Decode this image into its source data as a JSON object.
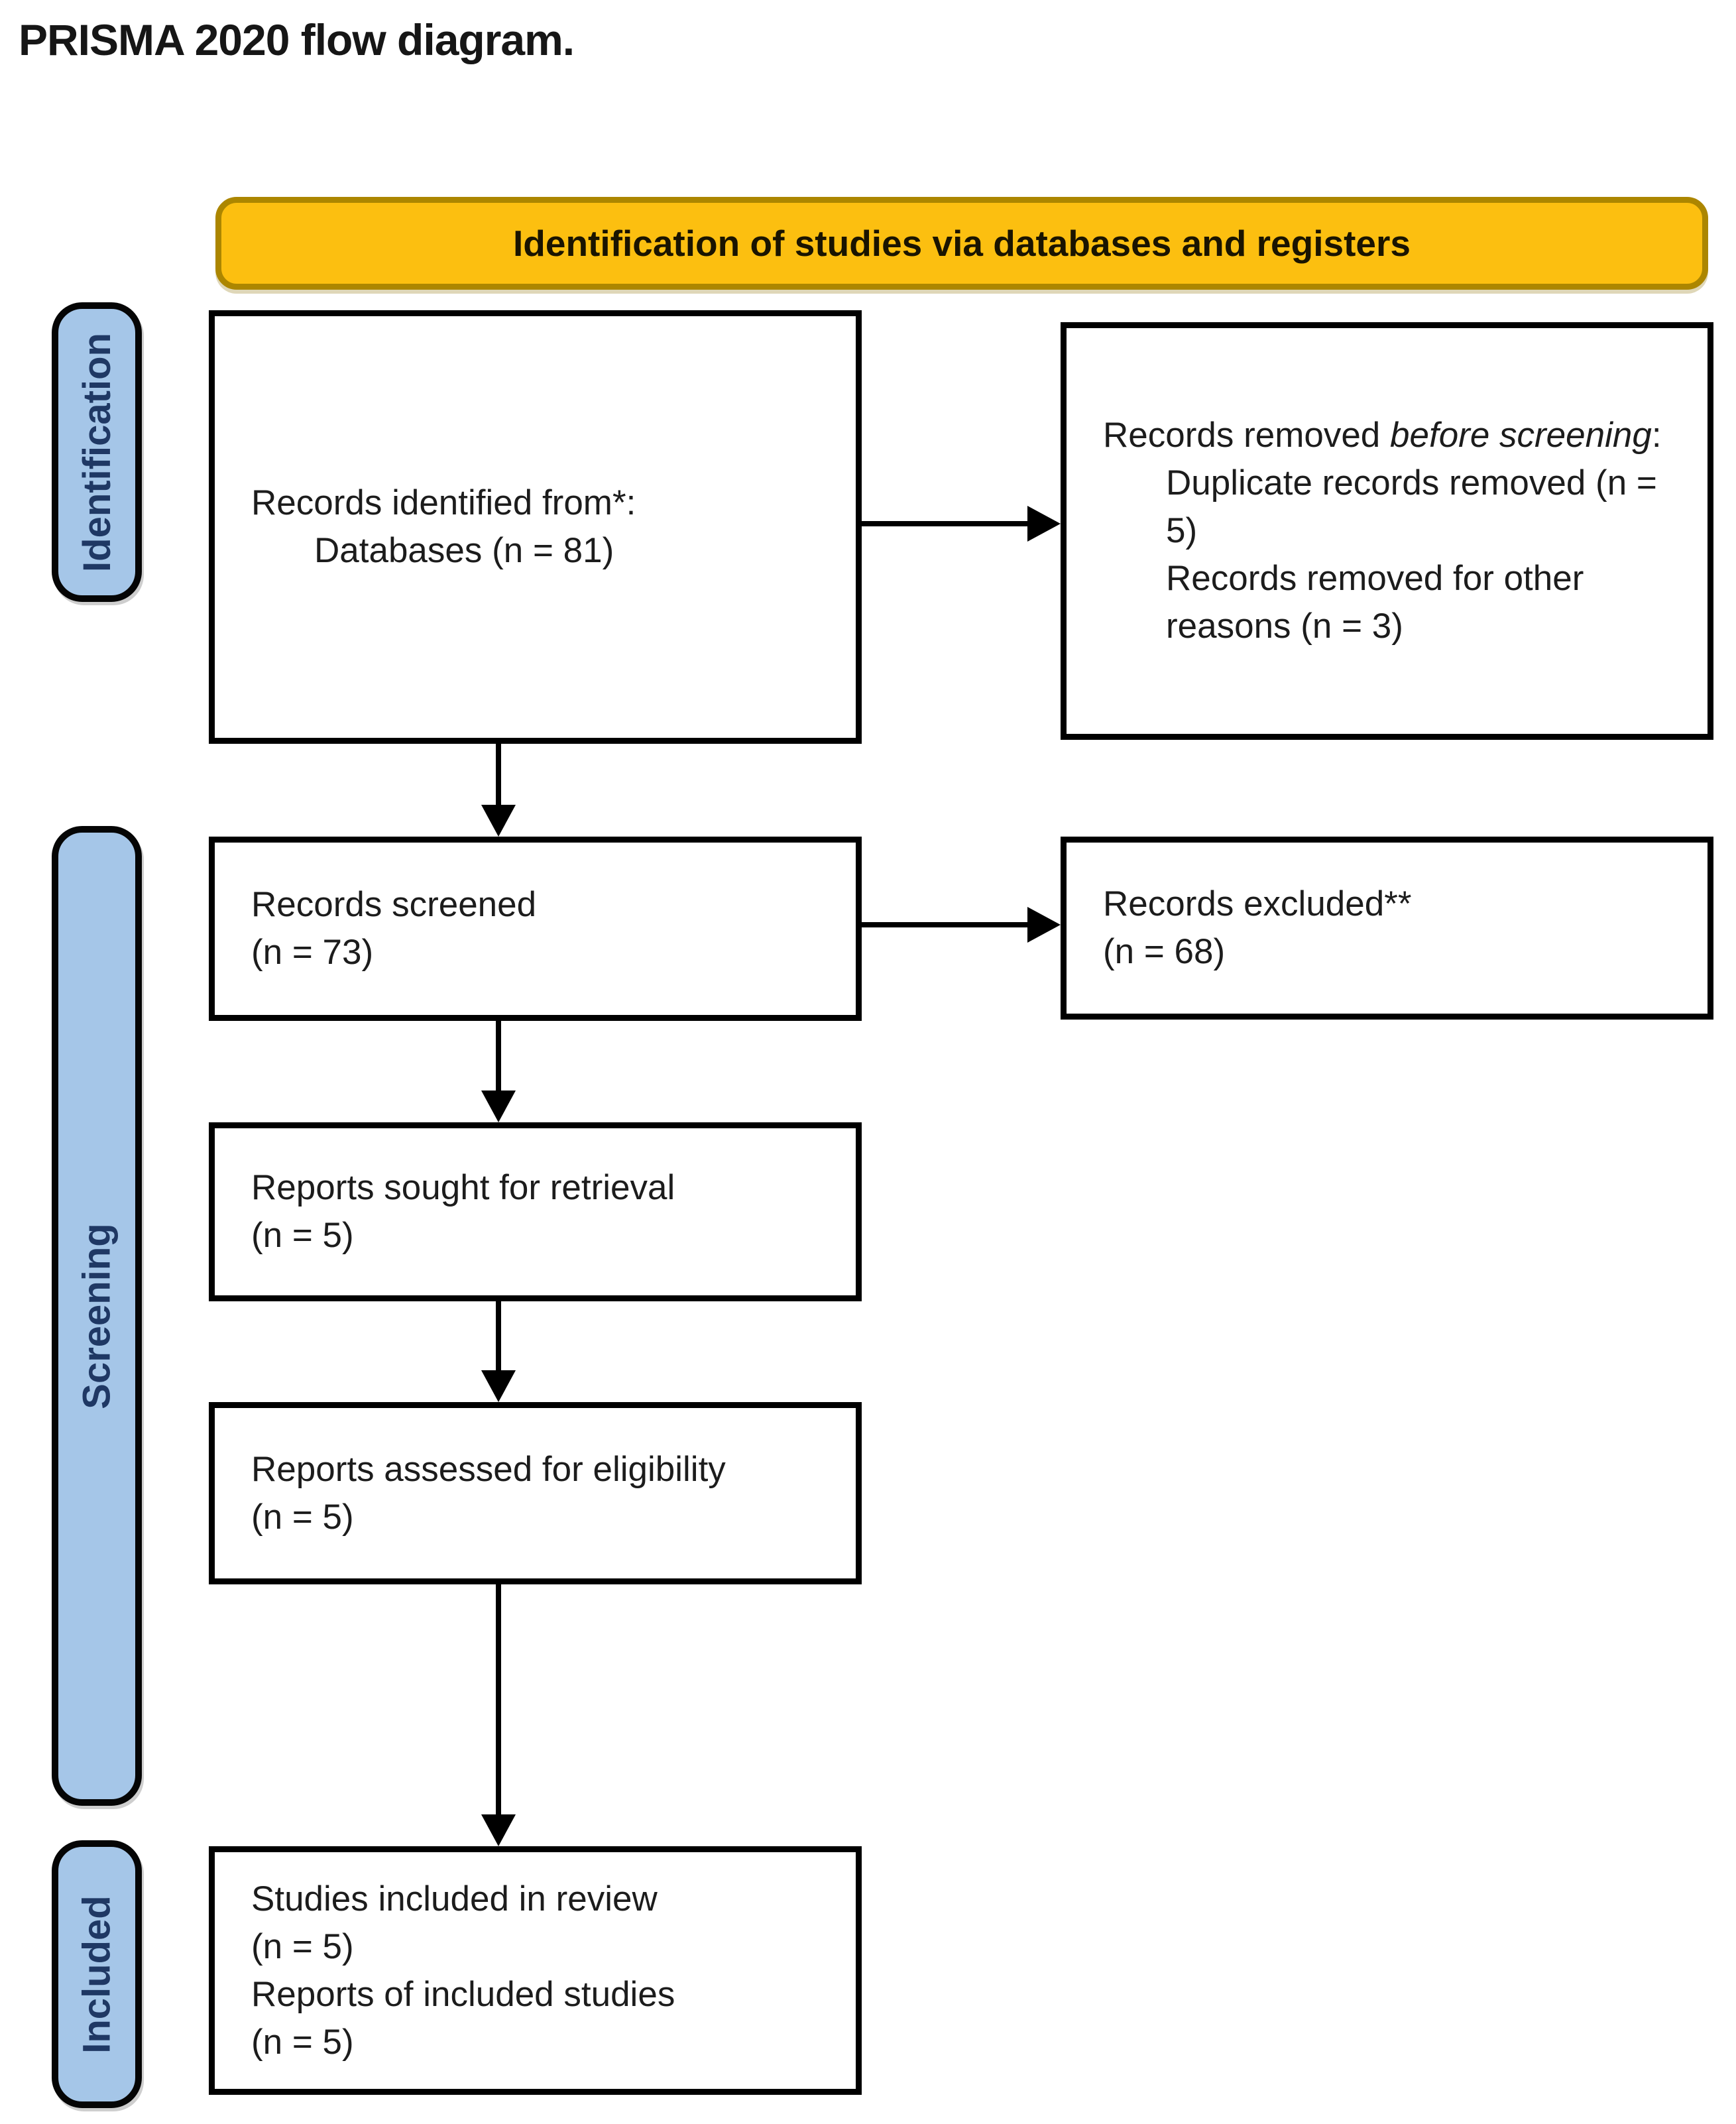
{
  "page": {
    "title": "PRISMA 2020 flow diagram."
  },
  "banner": {
    "label": "Identification of studies via databases and registers",
    "fill_color": "#FCBF10",
    "border_color": "#AC8600"
  },
  "stage_labels": [
    {
      "id": "identification",
      "label": "Identification"
    },
    {
      "id": "screening",
      "label": "Screening"
    },
    {
      "id": "included",
      "label": "Included"
    }
  ],
  "colors": {
    "stage_fill": "#A5C6E8",
    "stage_text": "#1F3864",
    "box_border": "#000000",
    "arrow": "#000000"
  },
  "boxes": {
    "identified": {
      "line1": "Records identified from*:",
      "line2": "Databases (n = 81)"
    },
    "removed": {
      "intro_prefix": "Records removed ",
      "intro_italic": "before screening",
      "intro_suffix": ":",
      "items": [
        "Duplicate records removed (n = 5)",
        "Records removed for other reasons (n = 3)"
      ]
    },
    "screened": {
      "line1": "Records screened",
      "line2": "(n = 73)"
    },
    "excluded": {
      "line1": "Records excluded**",
      "line2": "(n = 68)"
    },
    "sought": {
      "line1": "Reports sought for retrieval",
      "line2": "(n = 5)"
    },
    "assessed": {
      "line1": "Reports assessed for eligibility",
      "line2": "(n = 5)"
    },
    "included": {
      "line1": "Studies included in review",
      "line2": "(n = 5)",
      "line3": "Reports of included studies",
      "line4": "(n = 5)"
    }
  }
}
